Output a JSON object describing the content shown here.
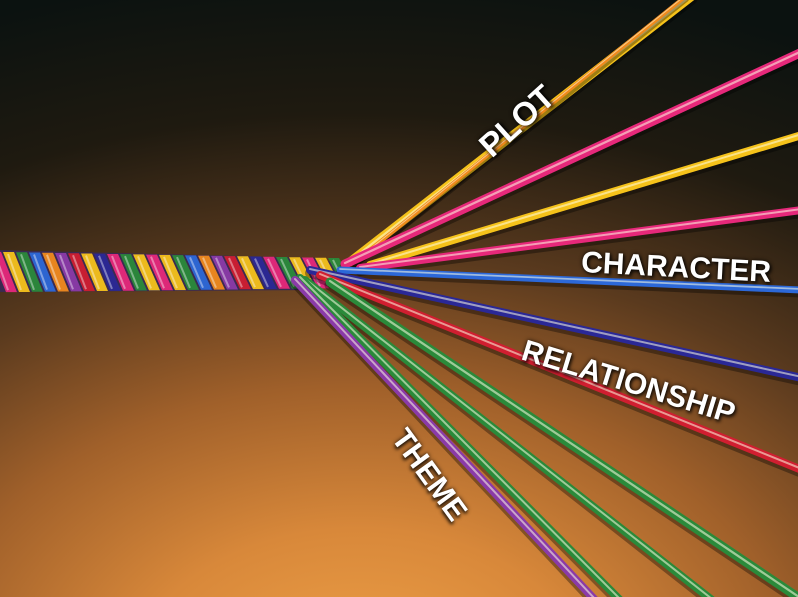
{
  "labels": {
    "plot": "PLOT",
    "character": "CHARACTER",
    "relationship": "RELATIONSHIP",
    "theme": "THEME"
  },
  "colors": {
    "yellow": "#f5c21a",
    "orange": "#f08a1c",
    "pink": "#e6287a",
    "blue": "#2c68d8",
    "navy": "#2a2896",
    "red": "#d01e30",
    "green": "#2a8a3a",
    "purple": "#8a3aa8",
    "text": "#ffffff"
  },
  "strings": [
    {
      "name": "plot-strand",
      "color": "yellow"
    },
    {
      "name": "plot-strand-2",
      "color": "orange"
    },
    {
      "name": "magenta-strand",
      "color": "pink"
    },
    {
      "name": "yellow-strand",
      "color": "yellow"
    },
    {
      "name": "pink-strand",
      "color": "pink"
    },
    {
      "name": "character-strand",
      "color": "blue"
    },
    {
      "name": "navy-strand",
      "color": "navy"
    },
    {
      "name": "relationship-strand",
      "color": "red"
    },
    {
      "name": "green-strand-1",
      "color": "green"
    },
    {
      "name": "green-strand-2",
      "color": "green"
    },
    {
      "name": "green-strand-3",
      "color": "green"
    },
    {
      "name": "theme-strand",
      "color": "purple"
    }
  ]
}
